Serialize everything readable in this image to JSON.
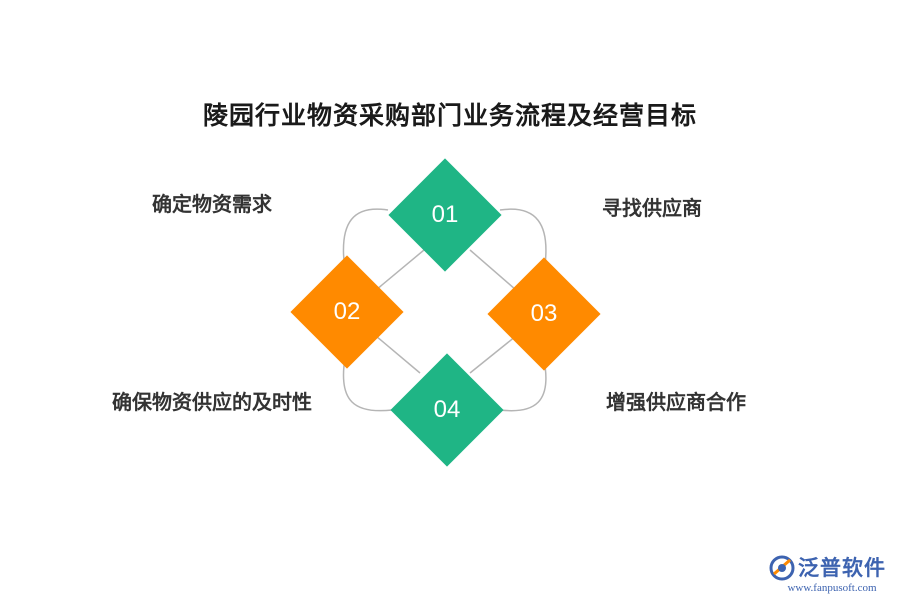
{
  "title": "陵园行业物资采购部门业务流程及经营目标",
  "steps": [
    {
      "number": "01",
      "label": "确定物资需求",
      "color": "#1fb585"
    },
    {
      "number": "02",
      "label": "确保物资供应的及时性",
      "color": "#ff8a00"
    },
    {
      "number": "03",
      "label": "寻找供应商",
      "color": "#ff8a00"
    },
    {
      "number": "04",
      "label": "增强供应商合作",
      "color": "#1fb585"
    }
  ],
  "colors": {
    "green": "#1fb585",
    "orange": "#ff8a00",
    "connector": "#b5b5b5"
  },
  "watermark": {
    "brand": "泛普软件",
    "url": "www.fanpusoft.com"
  }
}
